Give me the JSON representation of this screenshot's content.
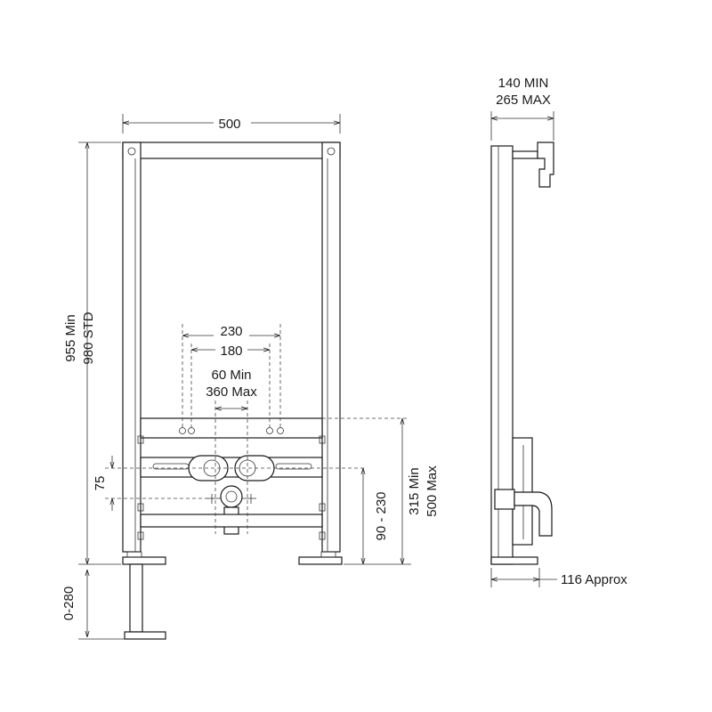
{
  "front_view": {
    "width": "500",
    "height_min": "955 Min",
    "height_std": "980 STD",
    "pipe_spacing_outer": "230",
    "pipe_spacing_inner": "180",
    "waste_min": "60 Min",
    "waste_max": "360 Max",
    "bracket_offset": "75",
    "waste_height": "90 - 230",
    "rail_height_min": "315 Min",
    "rail_height_max": "500 Max",
    "foot_adjust": "0-280"
  },
  "side_view": {
    "depth_min": "140 MIN",
    "depth_max": "265 MAX",
    "foot_depth": "116 Approx"
  }
}
